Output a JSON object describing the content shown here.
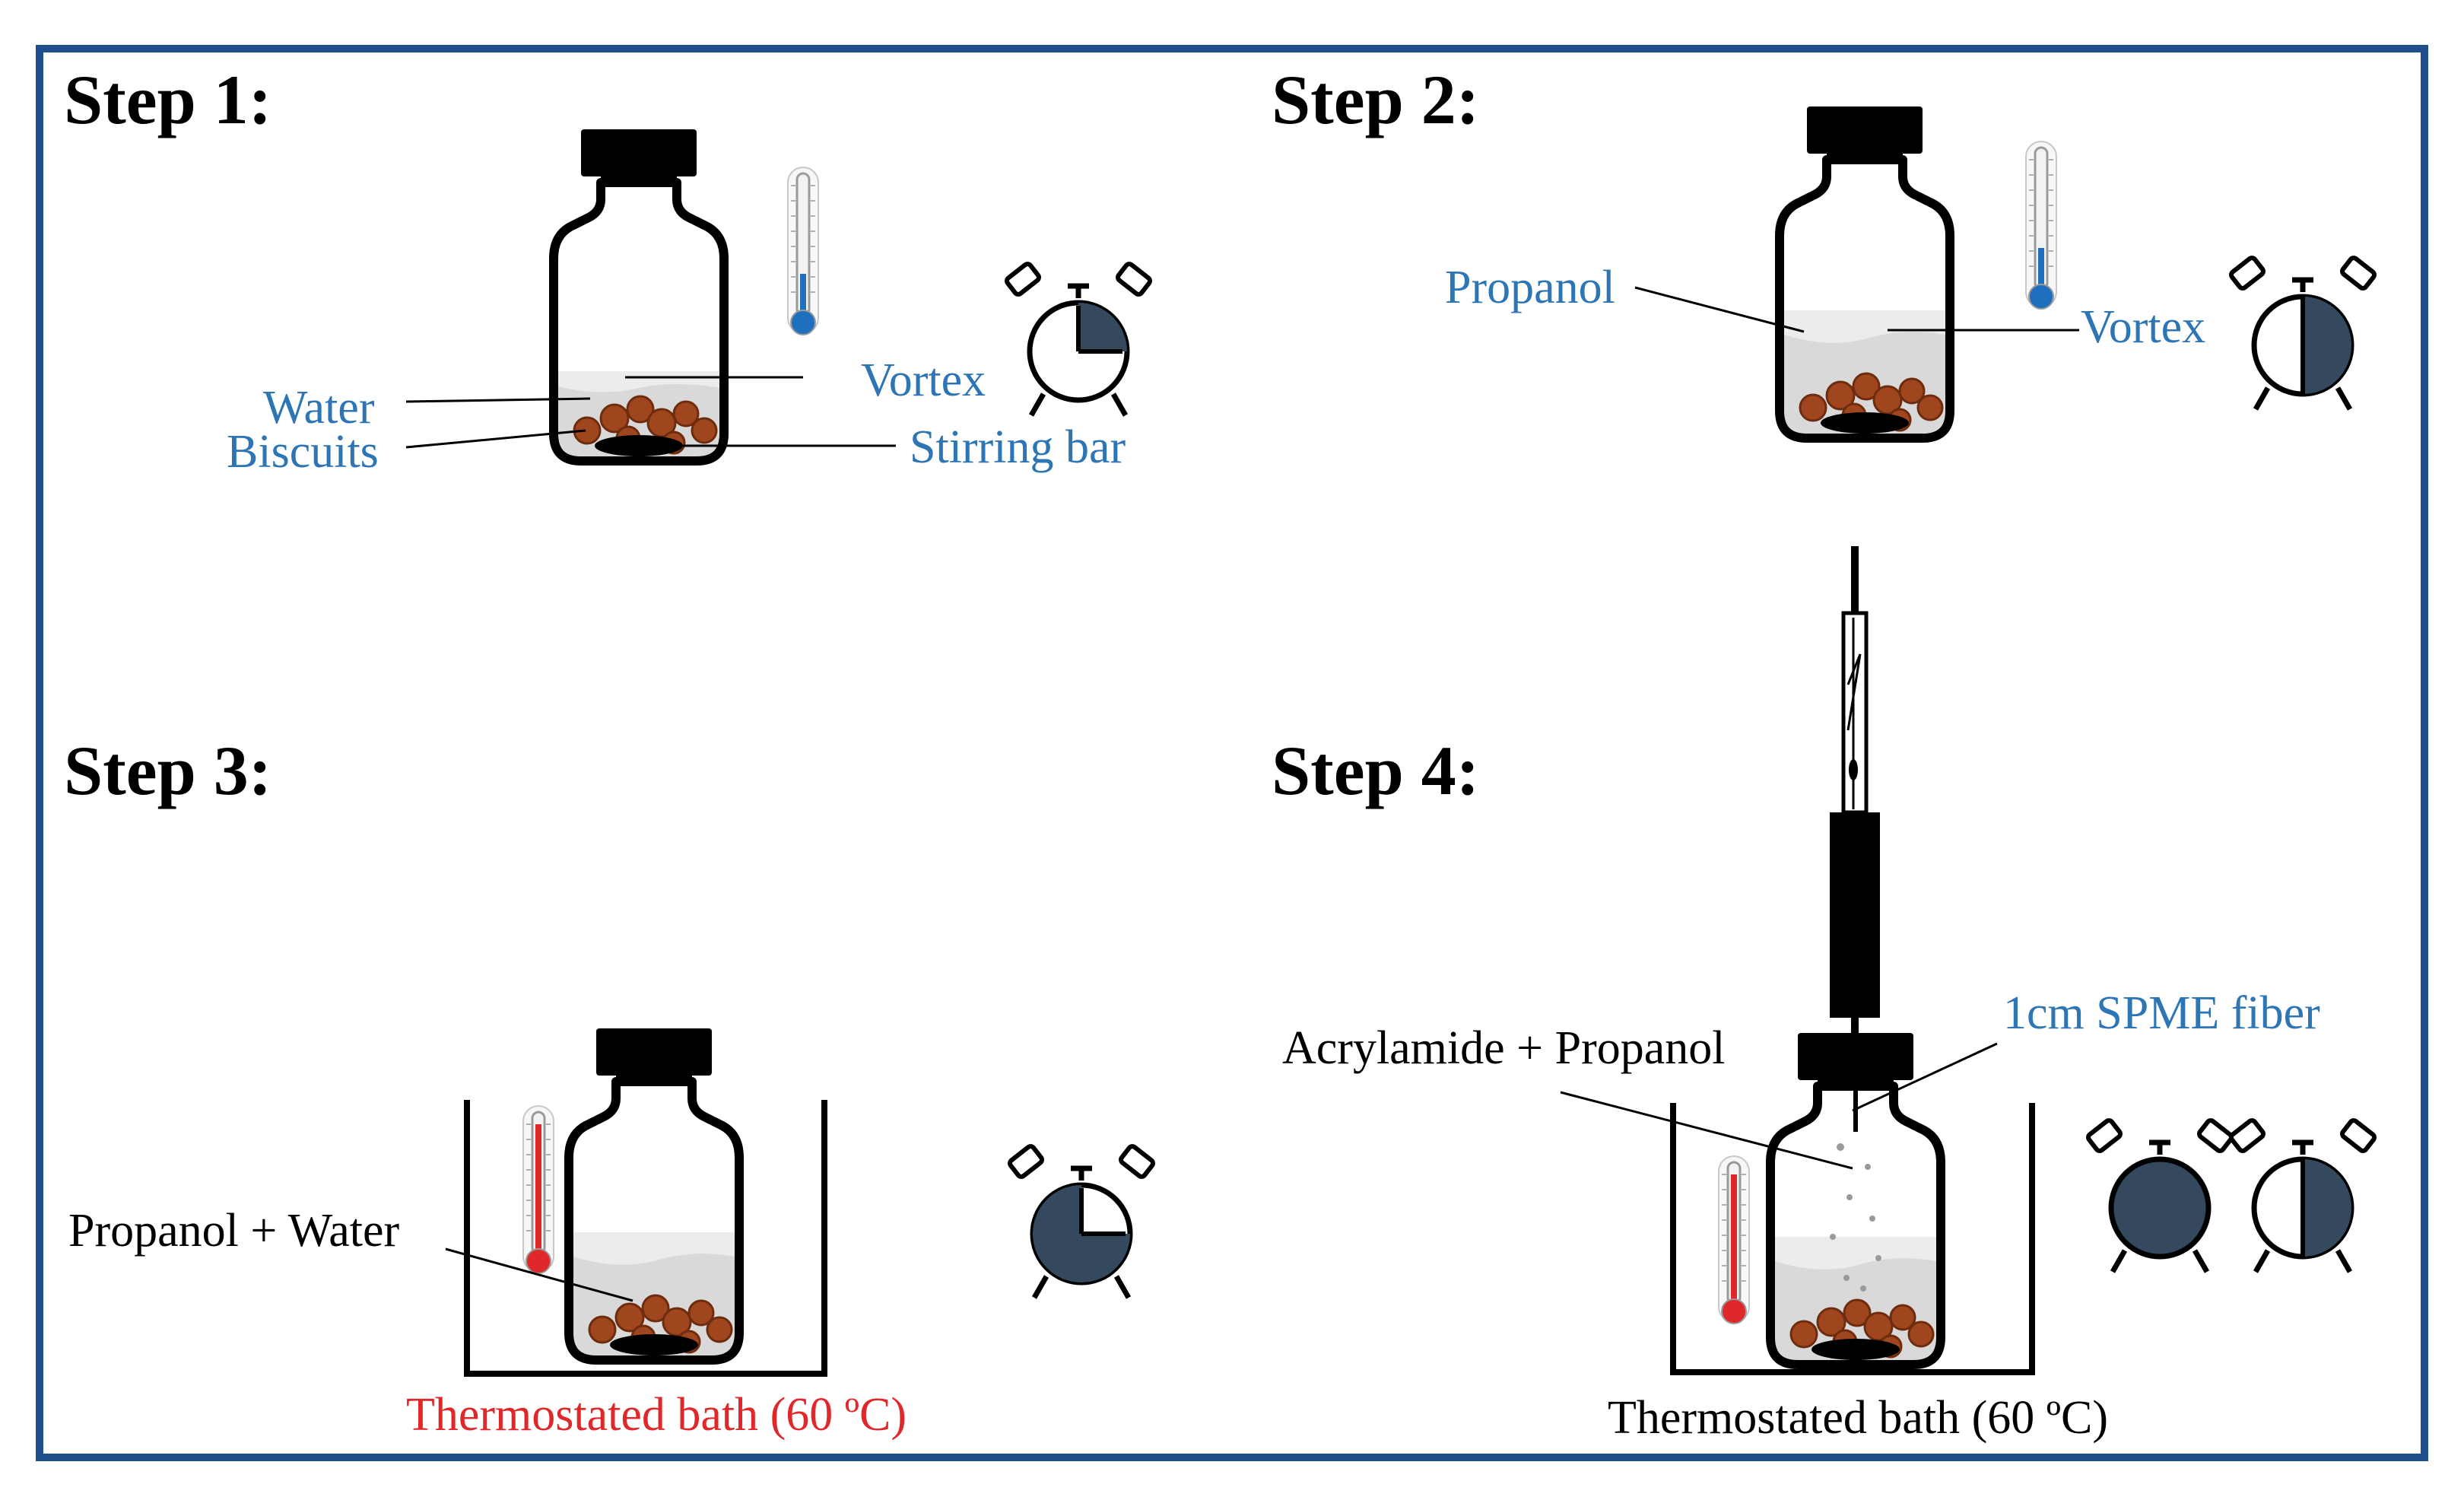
{
  "steps": [
    {
      "title": "Step 1:"
    },
    {
      "title": "Step 2:"
    },
    {
      "title": "Step 3:"
    },
    {
      "title": "Step 4:"
    }
  ],
  "step1": {
    "water": "Water",
    "biscuits": "Biscuits",
    "vortex": "Vortex",
    "stirring_bar": "Stirring bar"
  },
  "step2": {
    "propanol": "Propanol",
    "vortex": "Vortex"
  },
  "step3": {
    "mixture": "Propanol + Water",
    "bath": "Thermostated bath (60 ºC)"
  },
  "step4": {
    "mixture": "Acrylamide + Propanol",
    "fiber": "1cm SPME fiber",
    "bath": "Thermostated bath (60 ºC)"
  },
  "colors": {
    "frame": "#1f4e8c",
    "label_blue": "#2e75b6",
    "label_red": "#e0282a",
    "clock_fill": "#34495e",
    "biscuit": "#a0461e"
  },
  "icons": [
    "thermometer-icon",
    "alarm-clock-icon",
    "spme-syringe-icon"
  ]
}
